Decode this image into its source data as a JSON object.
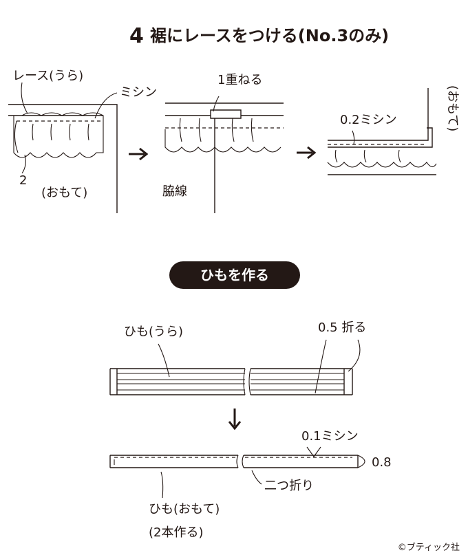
{
  "heading": {
    "step_number": "4",
    "title": "裾にレースをつける(No.3のみ)"
  },
  "lace_panel_1": {
    "lace_back_label": "レース(うら)",
    "sewing_label": "ミシン",
    "dimension_label": "2",
    "front_label": "(おもて)"
  },
  "lace_panel_2": {
    "overlap_label": "1重ねる",
    "side_seam_label": "脇線"
  },
  "lace_panel_3": {
    "sewing_label": "0.2ミシン",
    "front_label": "(おもて)"
  },
  "section": {
    "pill_label": "ひもを作る"
  },
  "string_top": {
    "back_label": "ひも(うら)",
    "fold_label": "0.5 折る"
  },
  "string_bottom": {
    "sewing_label": "0.1ミシン",
    "dimension_label": "0.8",
    "fold_label": "二つ折り",
    "front_label": "ひも(おもて)",
    "count_label": "(2本作る)"
  },
  "arrows": {
    "right_arrow": "→",
    "down_arrow": "↓"
  },
  "credit": "©ブティック社"
}
